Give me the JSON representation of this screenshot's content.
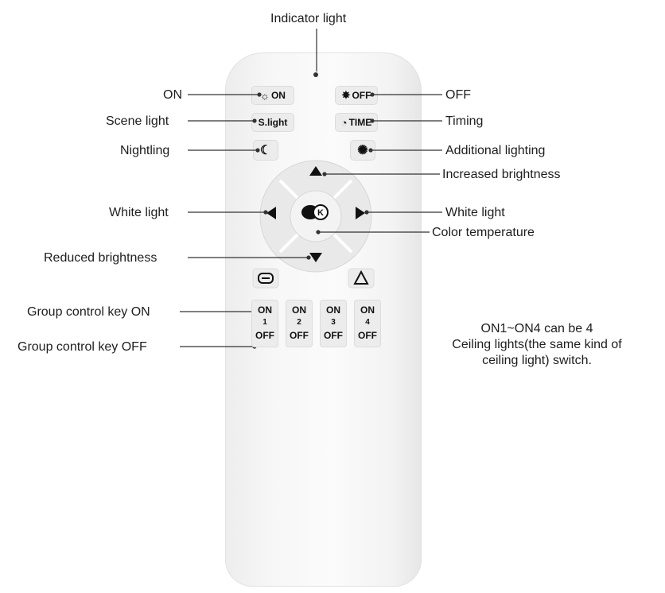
{
  "callouts": {
    "indicator": "Indicator light",
    "on": "ON",
    "off": "OFF",
    "scene": "Scene light",
    "timing": "Timing",
    "nightlight": "Nightling",
    "additional": "Additional lighting",
    "increase": "Increased brightness",
    "white_left": "White light",
    "white_right": "White light",
    "color_temp": "Color temperature",
    "reduce": "Reduced brightness",
    "group_on": "Group control key ON",
    "group_off": "Group control key OFF"
  },
  "note": {
    "line1": "ON1~ON4 can be 4",
    "line2": "Ceiling lights(the same kind of",
    "line3": "ceiling light) switch."
  },
  "keys": {
    "on": "ON",
    "off": "OFF",
    "slight": "S.light",
    "time": "TIME"
  },
  "group_keys": [
    {
      "top": "ON",
      "num": "1",
      "bottom": "OFF"
    },
    {
      "top": "ON",
      "num": "2",
      "bottom": "OFF"
    },
    {
      "top": "ON",
      "num": "3",
      "bottom": "OFF"
    },
    {
      "top": "ON",
      "num": "4",
      "bottom": "OFF"
    }
  ],
  "icons": {
    "on_key": "sun-icon",
    "off_key": "sun-off-icon",
    "time_key": "clock-icon",
    "night_key": "moon-icon",
    "additional_key": "bright-sun-icon",
    "up": "triangle-up-icon",
    "down": "triangle-down-icon",
    "left": "triangle-left-icon",
    "right": "triangle-right-icon",
    "center": "color-temperature-icon",
    "scene_mode": "mode-cycle-icon",
    "recycle": "recycle-icon"
  }
}
